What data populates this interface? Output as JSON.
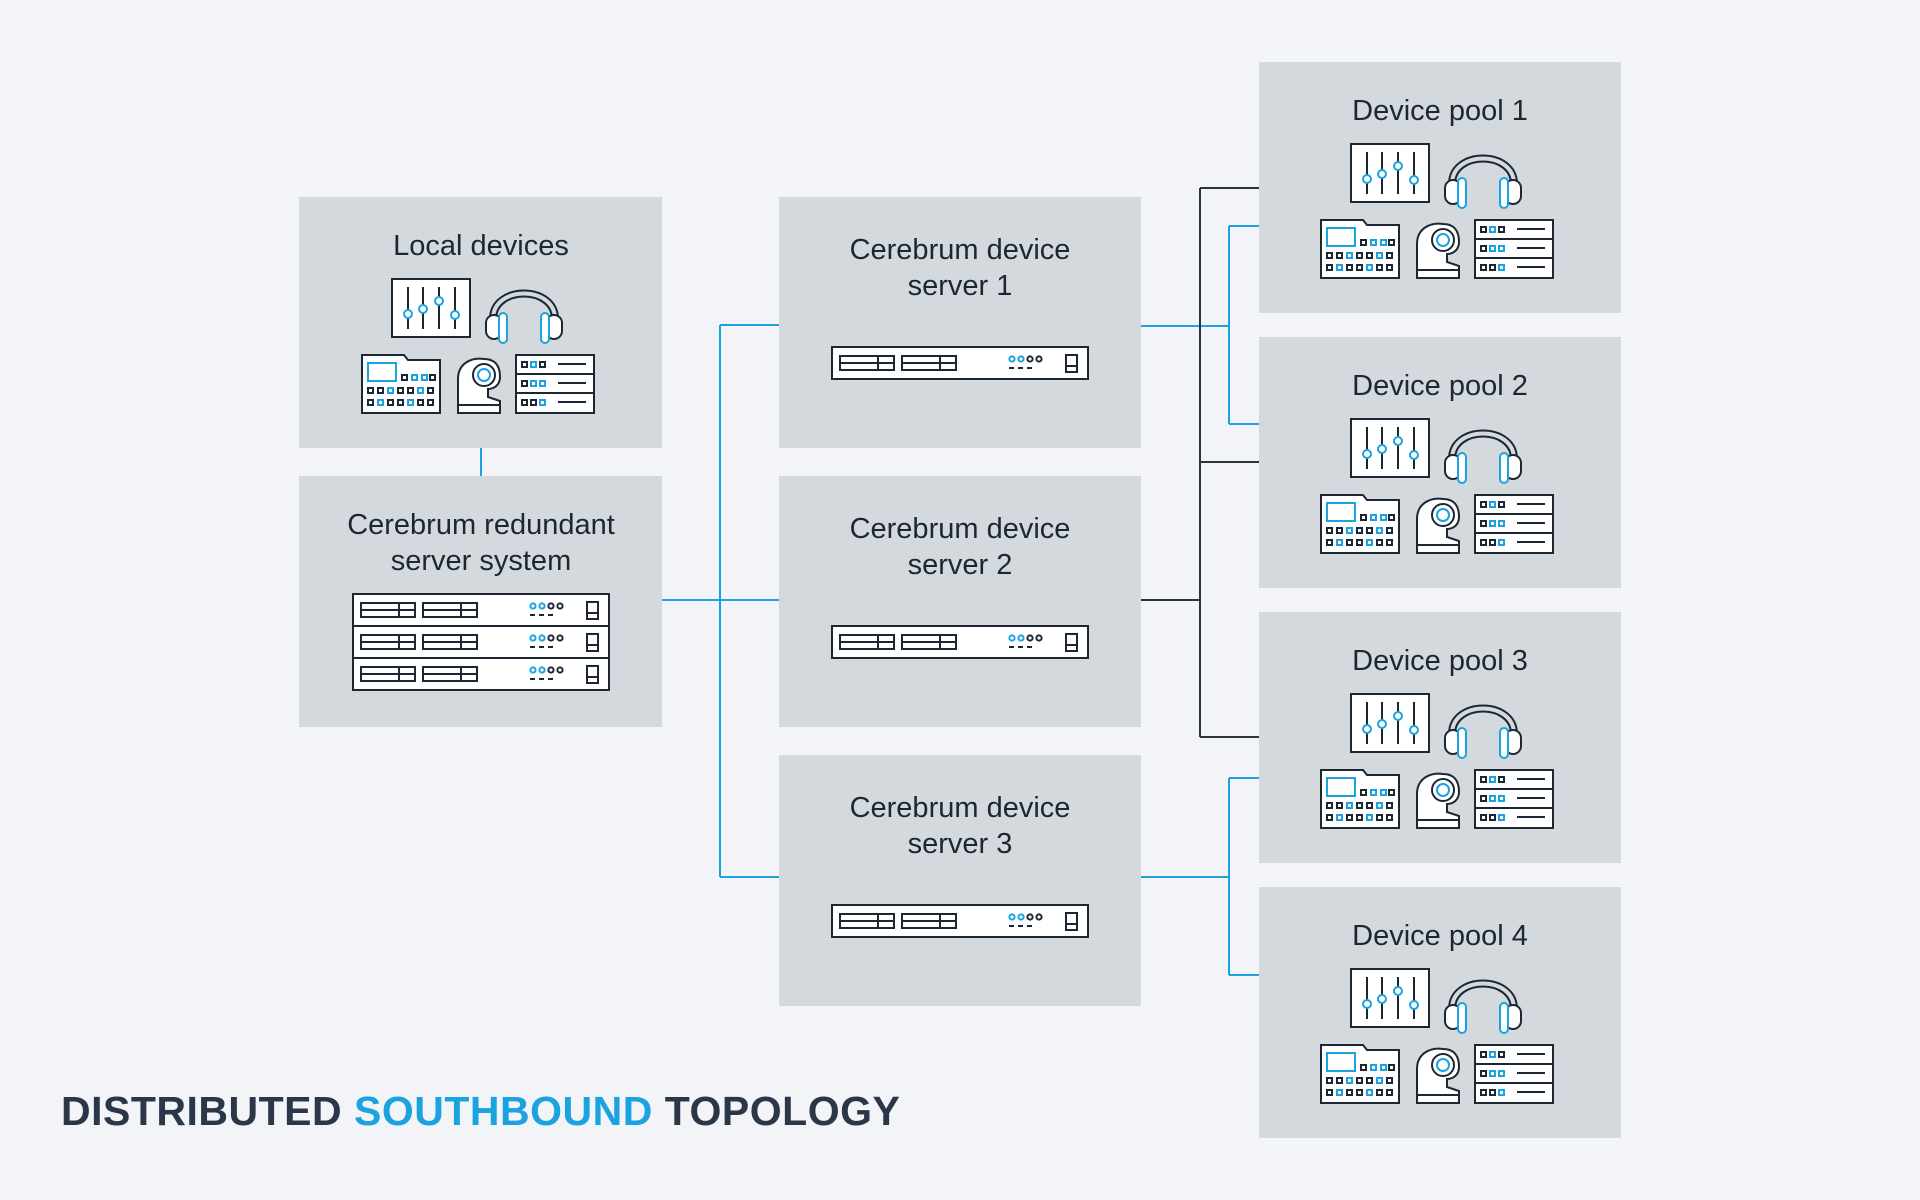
{
  "colors": {
    "background": "#f2f4f7",
    "box": "#d4d9de",
    "cyan_link": "#1aa3e0",
    "dark_link": "#2b3540",
    "title": "#2b3748"
  },
  "icons": {
    "device_group": [
      "mixer-icon",
      "headset-icon",
      "control-panel-icon",
      "ptz-camera-icon",
      "router-panel-icon"
    ],
    "server": "rack-server-icon"
  },
  "nodes": {
    "local_devices": {
      "title": [
        "Local devices"
      ]
    },
    "redundant_server": {
      "title": [
        "Cerebrum redundant",
        "server system"
      ]
    },
    "server1": {
      "title": [
        "Cerebrum device",
        "server 1"
      ]
    },
    "server2": {
      "title": [
        "Cerebrum device",
        "server 2"
      ]
    },
    "server3": {
      "title": [
        "Cerebrum device",
        "server 3"
      ]
    },
    "pool1": {
      "title": [
        "Device pool 1"
      ]
    },
    "pool2": {
      "title": [
        "Device pool 2"
      ]
    },
    "pool3": {
      "title": [
        "Device pool 3"
      ]
    },
    "pool4": {
      "title": [
        "Device pool 4"
      ]
    }
  },
  "edges": [
    {
      "from": "local_devices",
      "to": "redundant_server",
      "style": "cyan"
    },
    {
      "from": "redundant_server",
      "to": "server1",
      "style": "cyan"
    },
    {
      "from": "redundant_server",
      "to": "server2",
      "style": "cyan"
    },
    {
      "from": "redundant_server",
      "to": "server3",
      "style": "cyan"
    },
    {
      "from": "server1",
      "to": "pool1",
      "style": "cyan"
    },
    {
      "from": "server1",
      "to": "pool2",
      "style": "cyan"
    },
    {
      "from": "server2",
      "to": "pool1",
      "style": "dark"
    },
    {
      "from": "server2",
      "to": "pool2",
      "style": "dark"
    },
    {
      "from": "server2",
      "to": "pool3",
      "style": "dark"
    },
    {
      "from": "server3",
      "to": "pool3",
      "style": "cyan"
    },
    {
      "from": "server3",
      "to": "pool4",
      "style": "cyan"
    }
  ],
  "footer": {
    "part1": "DISTRIBUTED ",
    "part2": "SOUTHBOUND",
    "part3": " TOPOLOGY"
  }
}
